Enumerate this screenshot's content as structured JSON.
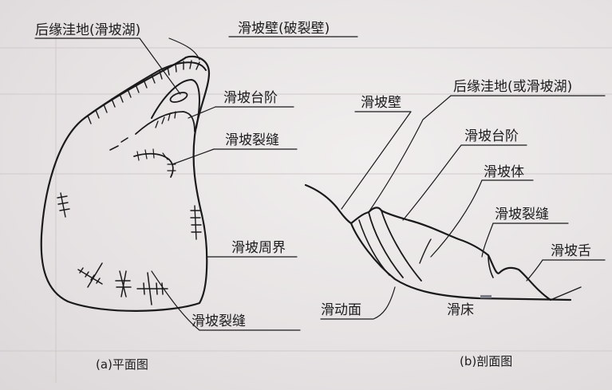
{
  "plan": {
    "labels": {
      "rear_depression": "后缘洼地(滑坡湖)",
      "scarp": "滑坡壁(破裂壁)",
      "step": "滑坡台阶",
      "crack_upper": "滑坡裂缝",
      "boundary": "滑坡周界",
      "crack_lower": "滑坡裂缝"
    },
    "caption": "(a)平面图"
  },
  "profile": {
    "labels": {
      "wall": "滑坡壁",
      "rear_depression": "后缘洼地(或滑坡湖)",
      "step": "滑坡台阶",
      "body": "滑坡体",
      "crack": "滑坡裂缝",
      "tongue": "滑坡舌",
      "slip_surface": "滑动面",
      "bed": "滑床"
    },
    "caption": "(b)剖面图"
  }
}
